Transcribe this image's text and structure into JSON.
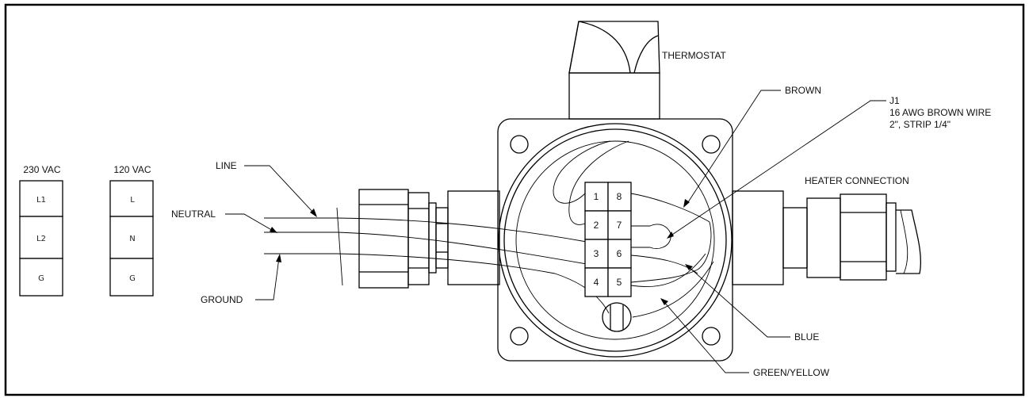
{
  "labels": {
    "thermostat": "THERMOSTAT",
    "brown": "BROWN",
    "j1_title": "J1",
    "j1_line2": "16 AWG BROWN WIRE",
    "j1_line3": "2\", STRIP 1/4\"",
    "heater_connection": "HEATER CONNECTION",
    "line": "LINE",
    "neutral": "NEUTRAL",
    "ground": "GROUND",
    "blue": "BLUE",
    "green_yellow": "GREEN/YELLOW"
  },
  "terminal_blocks": {
    "vac230": {
      "title": "230 VAC",
      "terminals": [
        "L1",
        "L2",
        "G"
      ]
    },
    "vac120": {
      "title": "120 VAC",
      "terminals": [
        "L",
        "N",
        "G"
      ]
    }
  },
  "terminal_strip": {
    "left": [
      "1",
      "2",
      "3",
      "4"
    ],
    "right": [
      "8",
      "7",
      "6",
      "5"
    ]
  }
}
